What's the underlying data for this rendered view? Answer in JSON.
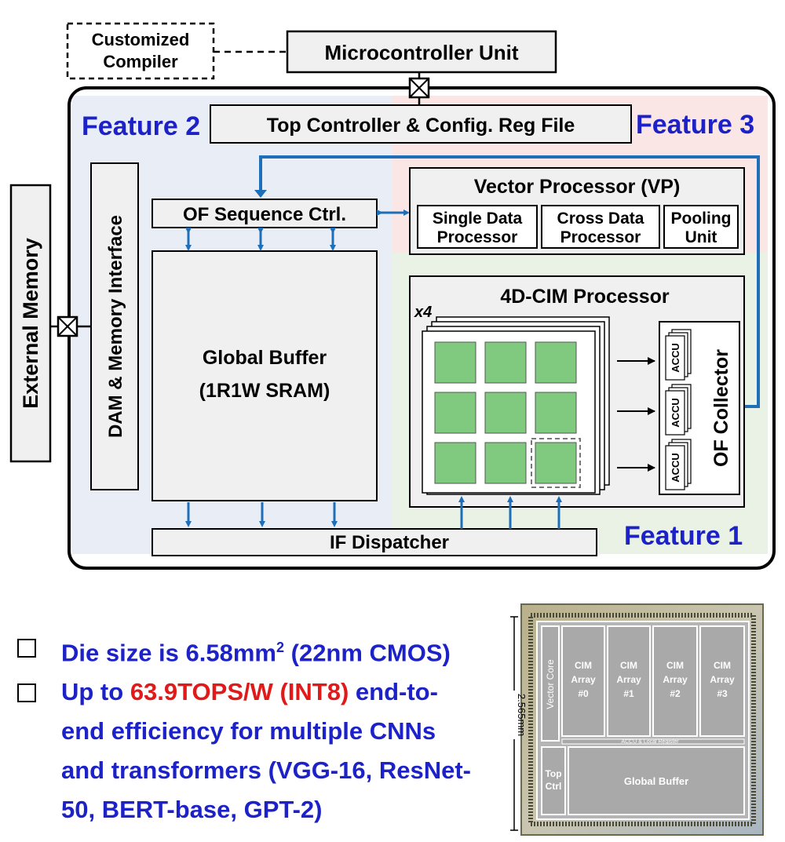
{
  "diagram": {
    "compiler_line1": "Customized",
    "compiler_line2": "Compiler",
    "mcu": "Microcontroller Unit",
    "external_memory": "External Memory",
    "dam": "DAM & Memory Interface",
    "top_controller": "Top Controller & Config. Reg File",
    "feature1": "Feature 1",
    "feature2": "Feature 2",
    "feature3": "Feature 3",
    "of_seq": "OF Sequence Ctrl.",
    "global_buffer_line1": "Global Buffer",
    "global_buffer_line2": "(1R1W SRAM)",
    "vp_title": "Vector Processor (VP)",
    "sdp_line1": "Single Data",
    "sdp_line2": "Processor",
    "cdp_line1": "Cross Data",
    "cdp_line2": "Processor",
    "pool_line1": "Pooling",
    "pool_line2": "Unit",
    "cim_title": "4D-CIM Processor",
    "x4": "x4",
    "accu": "ACCU",
    "of_collector": "OF Collector",
    "if_dispatcher": "IF Dispatcher"
  },
  "bullets": {
    "b1_pre": "Die size is 6.58mm",
    "b1_sup": "2",
    "b1_post": " (22nm CMOS)",
    "b2_pre": "Up to ",
    "b2_red": "63.9TOPS/W (INT8)",
    "b2_l1_post": " end-to-",
    "b2_l2": "end efficiency for multiple CNNs",
    "b2_l3": "and transformers (VGG-16, ResNet-",
    "b2_l4": "50, BERT-base, GPT-2)"
  },
  "die": {
    "vector_core": "Vector Core",
    "cim_label": "CIM",
    "array_label": "Array",
    "arrays": [
      "#0",
      "#1",
      "#2",
      "#3"
    ],
    "accu_reg": "ACCU & Local Register",
    "top_ctrl_l1": "Top",
    "top_ctrl_l2": "Ctrl",
    "global_buffer": "Global  Buffer",
    "dimension": "2.565mm"
  },
  "colors": {
    "feature_text": "#1c22c8",
    "arrow_blue": "#1f6fb8",
    "highlight_red": "#e01a1a",
    "cim_cell_green": "#7fca7f",
    "region_blue": "#e8edf6",
    "region_red": "#fbe6e6",
    "region_green": "#eaf2e6"
  }
}
